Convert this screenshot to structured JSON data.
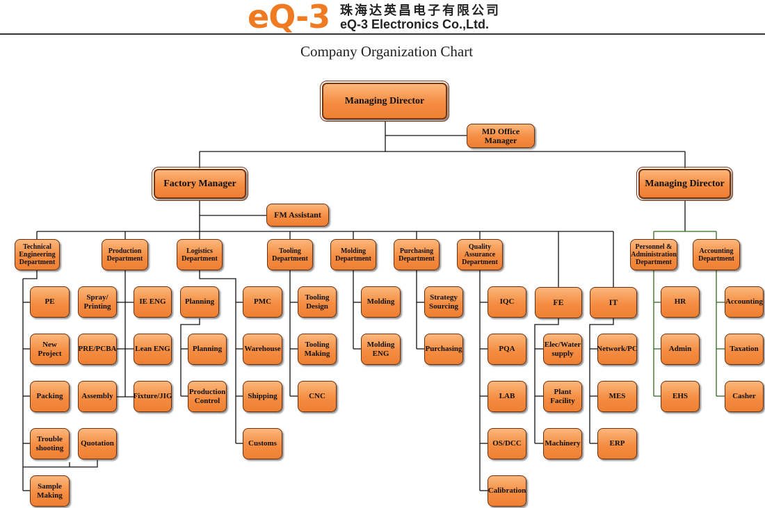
{
  "header": {
    "logo_mark": "eQ-3",
    "company_cn": "珠海达英昌电子有限公司",
    "company_en": "eQ-3 Electronics Co.,Ltd.",
    "title": "Company Organization Chart"
  },
  "nodes": {
    "md_top": "Managing Director",
    "md_office": "MD Office\nManager",
    "factory_manager": "Factory Manager",
    "md_right": "Managing Director",
    "fm_assistant": "FM Assistant",
    "tech_dept": "Technical\nEngineering\nDepartment",
    "prod_dept": "Production\nDepartment",
    "log_dept": "Logistics\nDepartment",
    "tool_dept": "Tooling\nDepartment",
    "mold_dept": "Molding\nDepartment",
    "purch_dept": "Purchasing\nDepartment",
    "qa_dept": "Quality\nAssurance\nDepartment",
    "fe": "FE",
    "it": "IT",
    "pa_dept": "Personnel &\nAdministration\nDepartment",
    "acc_dept": "Accounting\nDepartment",
    "pe": "PE",
    "new_project": "New\nProject",
    "packing": "Packing",
    "trouble": "Trouble\nshooting",
    "sample": "Sample\nMaking",
    "spray": "Spray/\nPrinting",
    "pre_pcba": "PRE/PCBA",
    "assembly": "Assembly",
    "quotation": "Quotation",
    "ie_eng": "IE ENG",
    "lean_eng": "Lean ENG",
    "fixture": "Fixture/JIG",
    "planning1": "Planning",
    "planning2": "Planning",
    "prod_control": "Production\nControl",
    "pmc": "PMC",
    "warehouse": "Warehouse",
    "shipping": "Shipping",
    "customs": "Customs",
    "tool_design": "Tooling\nDesign",
    "tool_making": "Tooling\nMaking",
    "cnc": "CNC",
    "molding": "Molding",
    "molding_eng": "Molding\nENG",
    "strategy": "Strategy\nSourcing",
    "purchasing": "Purchasing",
    "iqc": "IQC",
    "pqa": "PQA",
    "lab": "LAB",
    "os_dcc": "OS/DCC",
    "calibration": "Calibration",
    "elec_water": "Elec/Water\nsupply",
    "plant": "Plant\nFacility",
    "machinery": "Machinery",
    "network": "Network/PC",
    "mes": "MES",
    "erp": "ERP",
    "hr": "HR",
    "admin": "Admin",
    "ehs": "EHS",
    "accounting": "Accounting",
    "taxation": "Taxation",
    "casher": "Casher"
  },
  "colors": {
    "box_fill": "#f58d42",
    "box_border": "#6b2f10",
    "line": "#111111",
    "line_green": "#2e6b1f"
  }
}
